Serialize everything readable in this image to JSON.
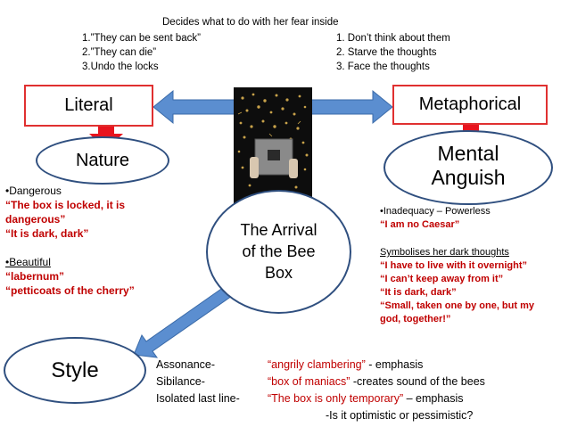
{
  "header": {
    "title": "Decides what to do with her fear inside",
    "literal_options": [
      "1.”They can be sent back”",
      "2.”They can die”",
      "3.Undo the locks"
    ],
    "metaphorical_options": [
      "1. Don’t think about them",
      "2. Starve the thoughts",
      "3. Face the thoughts"
    ]
  },
  "nodes": {
    "literal": "Literal",
    "metaphorical": "Metaphorical",
    "nature": "Nature",
    "mental_line1": "Mental",
    "mental_line2": "Anguish",
    "center_line1": "The Arrival",
    "center_line2": "of the Bee",
    "center_line3": "Box",
    "style": "Style"
  },
  "nature_notes": {
    "dangerous_heading": "•Dangerous",
    "dangerous_quotes": [
      "“The box is locked, it is",
      "dangerous”",
      "“It is dark, dark”"
    ],
    "beautiful_heading": "•Beautiful",
    "beautiful_quotes": [
      "“labernum”",
      "“petticoats of the cherry”"
    ]
  },
  "mental_notes": {
    "inadequacy_heading": "•Inadequacy – Powerless",
    "inadequacy_quote": "“I am no Caesar”",
    "symbolises_heading": "Symbolises her dark thoughts",
    "symbolises_quotes": [
      "“I have to live with it overnight”",
      "“I can’t keep away from it”",
      "“It is dark, dark”",
      "“Small, taken one by one, but my",
      "god, together!”"
    ]
  },
  "style_notes": {
    "techniques": [
      "Assonance-",
      "Sibilance-",
      "Isolated last line-"
    ],
    "examples": [
      {
        "quote": "“angrily clambering”",
        "effect": " - emphasis"
      },
      {
        "quote": "“box of maniacs”",
        "effect": "   -creates sound of the bees"
      },
      {
        "quote": "“The box is only temporary”",
        "effect": " – emphasis"
      }
    ],
    "question": "-Is it optimistic or pessimistic?"
  },
  "colors": {
    "red_box": "#e03030",
    "red_text": "#c00000",
    "blue_arrow": "#5b8ed0",
    "blue_border": "#1f4e79",
    "ellipse_border": "#2f4f7f"
  }
}
